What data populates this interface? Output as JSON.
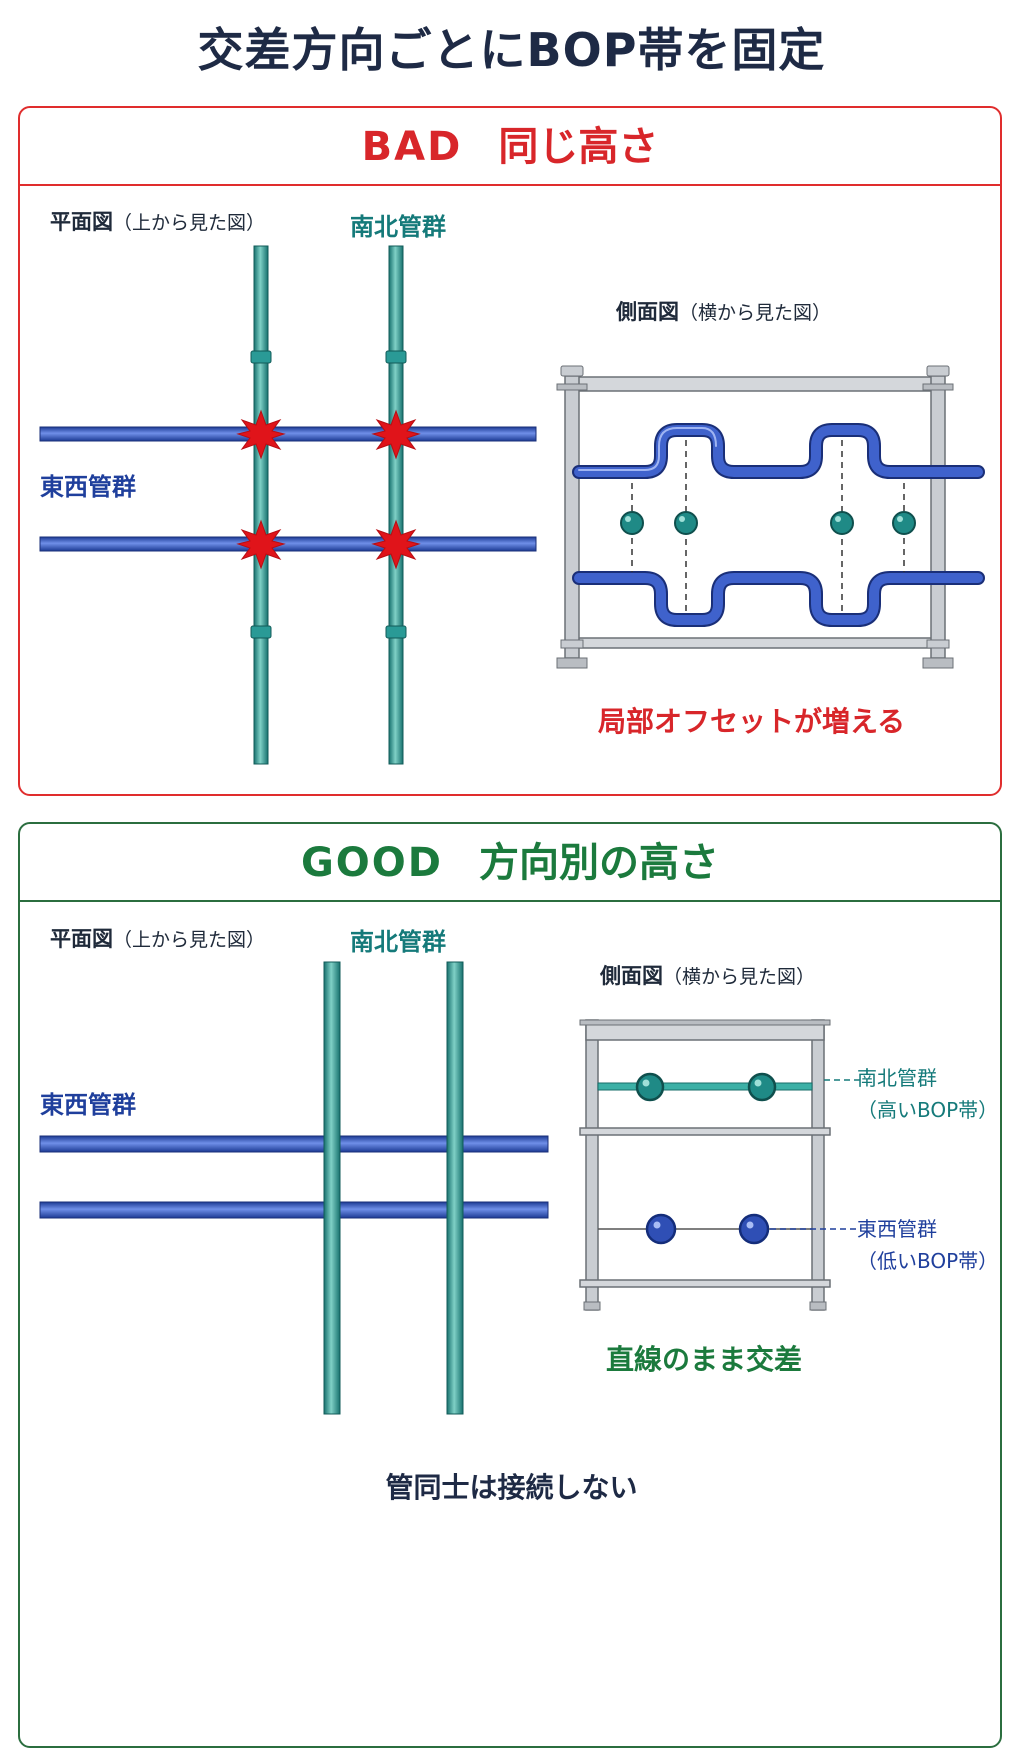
{
  "title": "交差方向ごとにBOP帯を固定",
  "bad": {
    "heading_word": "BAD",
    "heading_text": "同じ高さ",
    "plan_label_main": "平面図",
    "plan_label_sub": "（上から見た図）",
    "ns_label": "南北管群",
    "ew_label": "東西管群",
    "side_label_main": "側面図",
    "side_label_sub": "（横から見た図）",
    "caption": "局部オフセットが増える"
  },
  "good": {
    "heading_word": "GOOD",
    "heading_text": "方向別の高さ",
    "plan_label_main": "平面図",
    "plan_label_sub": "（上から見た図）",
    "ns_label": "南北管群",
    "ew_label": "東西管群",
    "side_label_main": "側面図",
    "side_label_sub": "（横から見た図）",
    "band_ns_name": "南北管群",
    "band_ns_sub": "（高いBOP帯）",
    "band_ew_name": "東西管群",
    "band_ew_sub": "（低いBOP帯）",
    "caption": "直線のまま交差"
  },
  "footer": "管同士は接続しない",
  "colors": {
    "bad_accent": "#d8262a",
    "good_accent": "#1b7a3d",
    "ns_pipe": "#2a9a96",
    "ew_pipe": "#2f4fb5",
    "clash_mark": "#e0141a",
    "rack_steel": "#c9cdd2"
  }
}
